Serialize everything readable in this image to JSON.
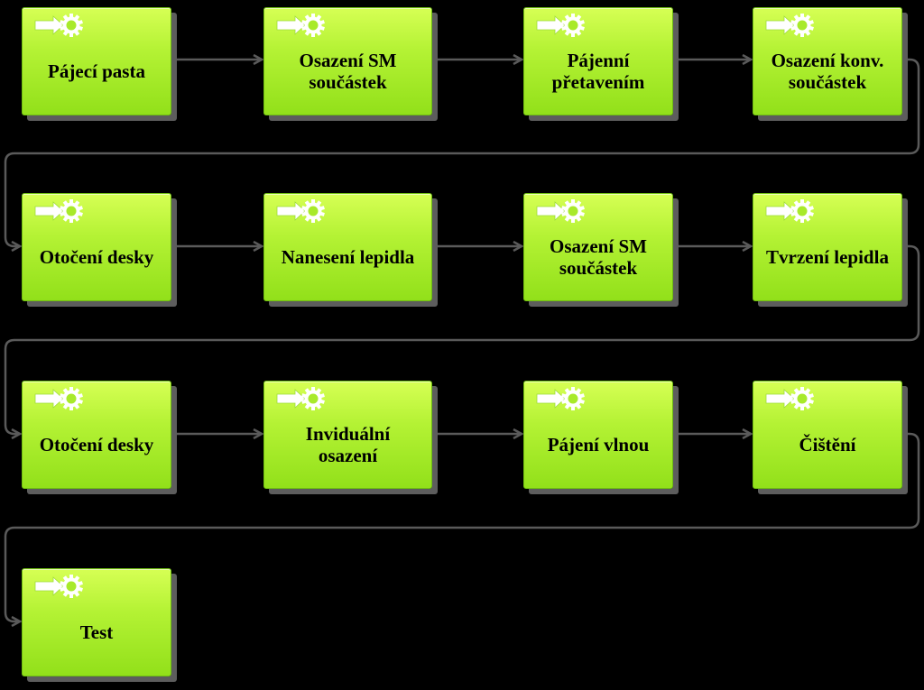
{
  "diagram": {
    "steps": [
      {
        "label": "Pájecí pasta"
      },
      {
        "label": "Osazení SM\nsoučástek"
      },
      {
        "label": "Pájenní\npřetavením"
      },
      {
        "label": "Osazení konv.\nsoučástek"
      },
      {
        "label": "Otočení desky"
      },
      {
        "label": "Nanesení lepidla"
      },
      {
        "label": "Osazení SM\nsoučástek"
      },
      {
        "label": "Tvrzení lepidla"
      },
      {
        "label": "Otočení desky"
      },
      {
        "label": "Inviduální\nosazení"
      },
      {
        "label": "Pájení vlnou"
      },
      {
        "label": "Čištění"
      },
      {
        "label": "Test"
      }
    ],
    "colors": {
      "background": "#000000",
      "box_fill": "#b4f234",
      "connector": "#5a5a5a",
      "text": "#000000"
    },
    "icon": "process-arrow-gear-icon"
  }
}
